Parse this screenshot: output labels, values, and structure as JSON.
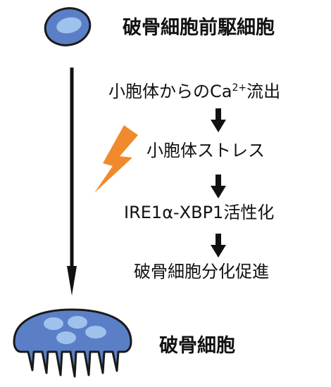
{
  "diagram": {
    "precursor_label": "破骨細胞前駆細胞",
    "osteoclast_label": "破骨細胞",
    "steps": [
      {
        "text": "小胞体からのCa",
        "sup": "2+",
        "suffix": "流出"
      },
      {
        "text": "小胞体ストレス"
      },
      {
        "text": "IRE1α-XBP1活性化"
      },
      {
        "text": "破骨細胞分化促進"
      }
    ],
    "icons": [
      "precursor-cell-icon",
      "lightning-bolt-icon",
      "osteoclast-cell-icon"
    ],
    "colors": {
      "cell_fill": "#5b7fc7",
      "cell_nucleus": "#9ec2ec",
      "cell_outline": "#1a1a1a",
      "lightning": "#f08a2c",
      "arrow": "#111111"
    }
  }
}
